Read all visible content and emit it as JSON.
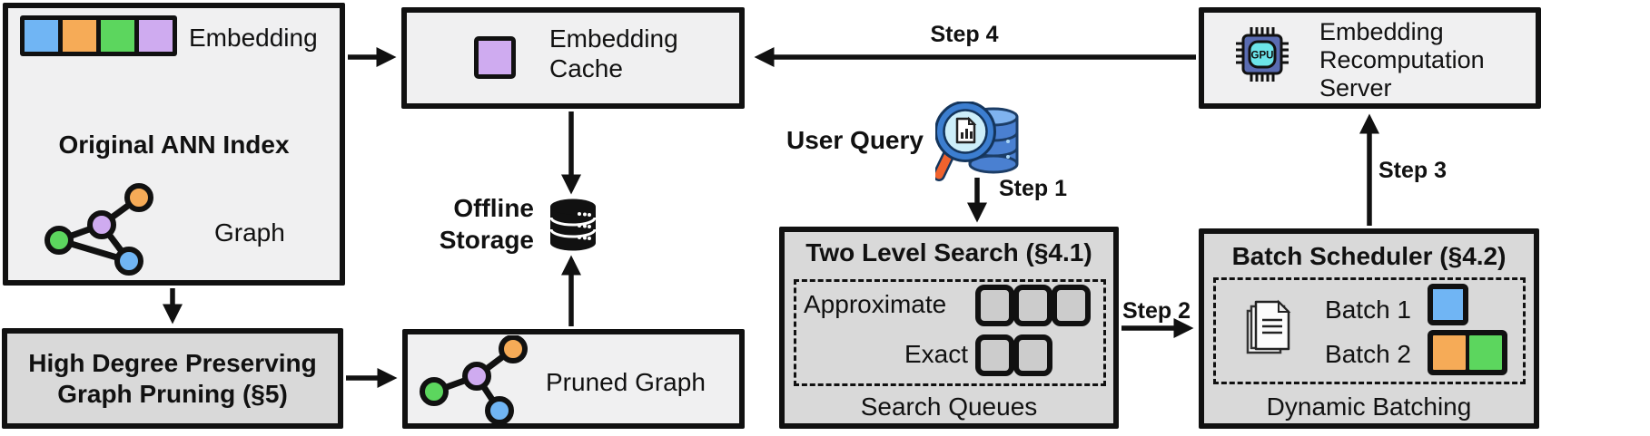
{
  "original_ann_index": {
    "title": "Original ANN Index",
    "embedding_label": "Embedding",
    "graph_label": "Graph"
  },
  "high_degree_pruning": {
    "line1": "High Degree Preserving",
    "line2": "Graph Pruning (§5)"
  },
  "embedding_cache": {
    "line1": "Embedding",
    "line2": "Cache"
  },
  "offline_storage": {
    "line1": "Offline",
    "line2": "Storage"
  },
  "pruned_graph": {
    "label": "Pruned Graph"
  },
  "user_query": {
    "label": "User Query"
  },
  "two_level_search": {
    "title": "Two Level Search (§4.1)",
    "approximate_label": "Approximate",
    "exact_label": "Exact",
    "footer": "Search Queues",
    "approximate_slots": 3,
    "exact_slots": 2
  },
  "batch_scheduler": {
    "title": "Batch Scheduler (§4.2)",
    "batch1_label": "Batch 1",
    "batch2_label": "Batch 2",
    "footer": "Dynamic Batching"
  },
  "recomputation_server": {
    "line1": "Embedding",
    "line2": "Recomputation",
    "line3": "Server",
    "chip_label": "GPU"
  },
  "steps": {
    "step1": "Step 1",
    "step2": "Step 2",
    "step3": "Step 3",
    "step4": "Step 4"
  },
  "colors": {
    "blue": "#70b5f4",
    "orange": "#f6ab57",
    "green": "#5cd65e",
    "purple": "#cfabf0",
    "box_light": "#f0f0f1",
    "box_gray": "#d9d9d9",
    "slot_gray": "#cccccc",
    "outline": "#111111"
  }
}
